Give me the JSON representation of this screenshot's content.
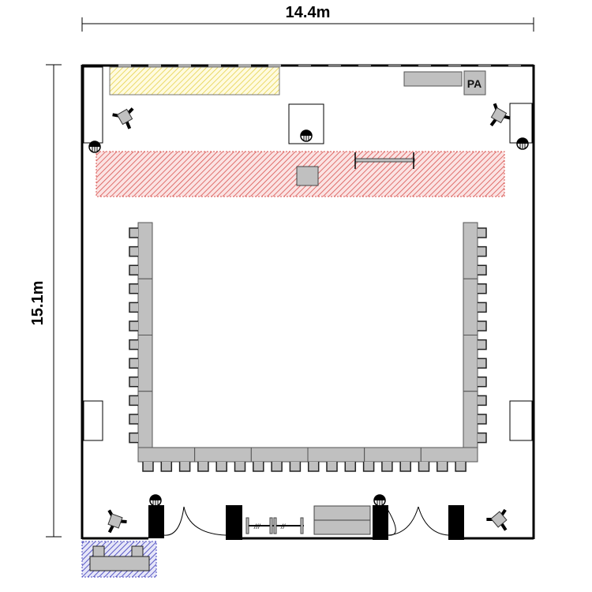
{
  "dimensions": {
    "width_label": "14.4m",
    "height_label": "15.1m"
  },
  "labels": {
    "pa": "PA"
  },
  "layout": {
    "left_tables": 4,
    "bottom_tables": 6,
    "right_tables": 4,
    "left_chairs": 12,
    "bottom_chairs": 18,
    "right_chairs": 12
  },
  "colors": {
    "stage_hatch": "#d9534f",
    "yellow_hatch": "#e6d24a",
    "blue_hatch": "#4a4ac0",
    "furniture": "#c0c0c0",
    "wall": "#000000"
  }
}
